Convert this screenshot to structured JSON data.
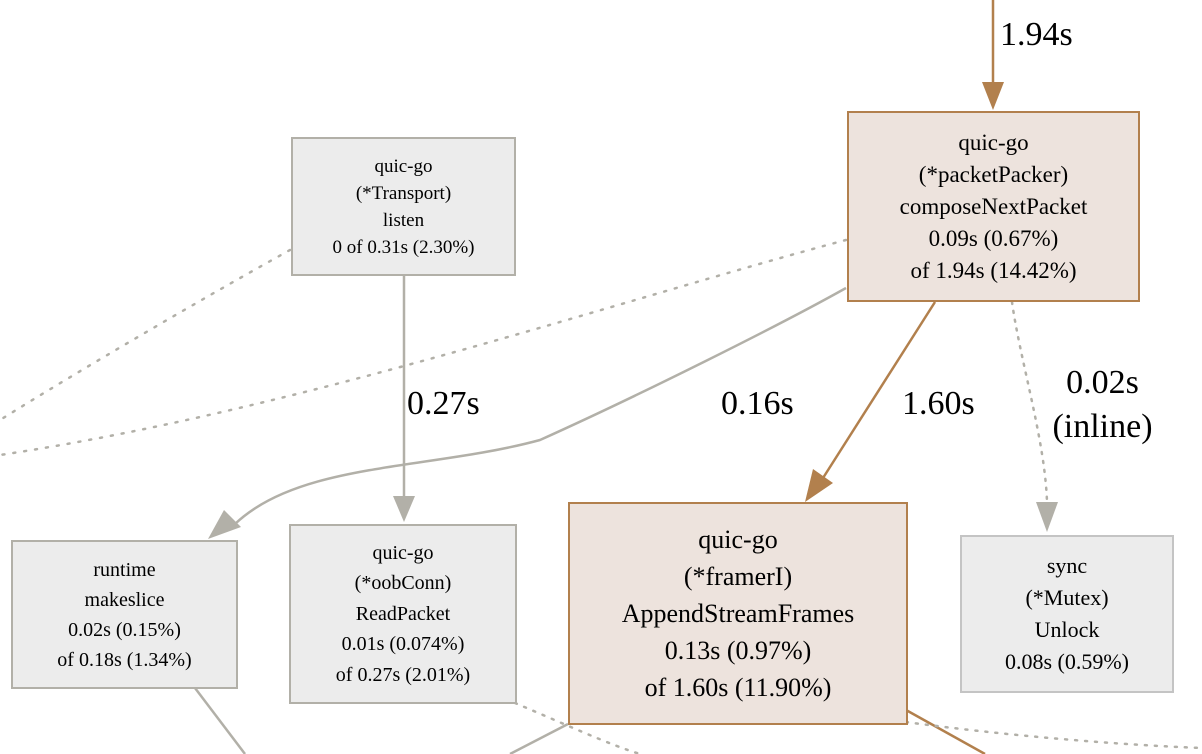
{
  "colors": {
    "hot_edge": "#b2804d",
    "cold_edge": "#b2b0a8",
    "hot_node_border": "#b2804d",
    "hot_node_fill": "#ede3dd",
    "cold_node_border": "#b2b0a8",
    "cold_node_fill": "#ececec",
    "dim_node_border": "#c4c4c4",
    "dim_node_fill": "#ececec"
  },
  "nodes": {
    "transport_listen": [
      "quic-go",
      "(*Transport)",
      "listen",
      "0 of 0.31s (2.30%)"
    ],
    "compose_next_packet": [
      "quic-go",
      "(*packetPacker)",
      "composeNextPacket",
      "0.09s (0.67%)",
      "of 1.94s (14.42%)"
    ],
    "runtime_makeslice": [
      "runtime",
      "makeslice",
      "0.02s (0.15%)",
      "of 0.18s (1.34%)"
    ],
    "oobconn_readpacket": [
      "quic-go",
      "(*oobConn)",
      "ReadPacket",
      "0.01s (0.074%)",
      "of 0.27s (2.01%)"
    ],
    "append_stream_frames": [
      "quic-go",
      "(*framerI)",
      "AppendStreamFrames",
      "0.13s (0.97%)",
      "of 1.60s (11.90%)"
    ],
    "mutex_unlock": [
      "sync",
      "(*Mutex)",
      "Unlock",
      "0.08s (0.59%)"
    ]
  },
  "edges": {
    "incoming_compose": "1.94s",
    "listen_to_readpacket": "0.27s",
    "compose_to_makeslice": "0.16s",
    "compose_to_append": "1.60s",
    "compose_to_unlock_line1": "0.02s",
    "compose_to_unlock_line2": "(inline)"
  }
}
